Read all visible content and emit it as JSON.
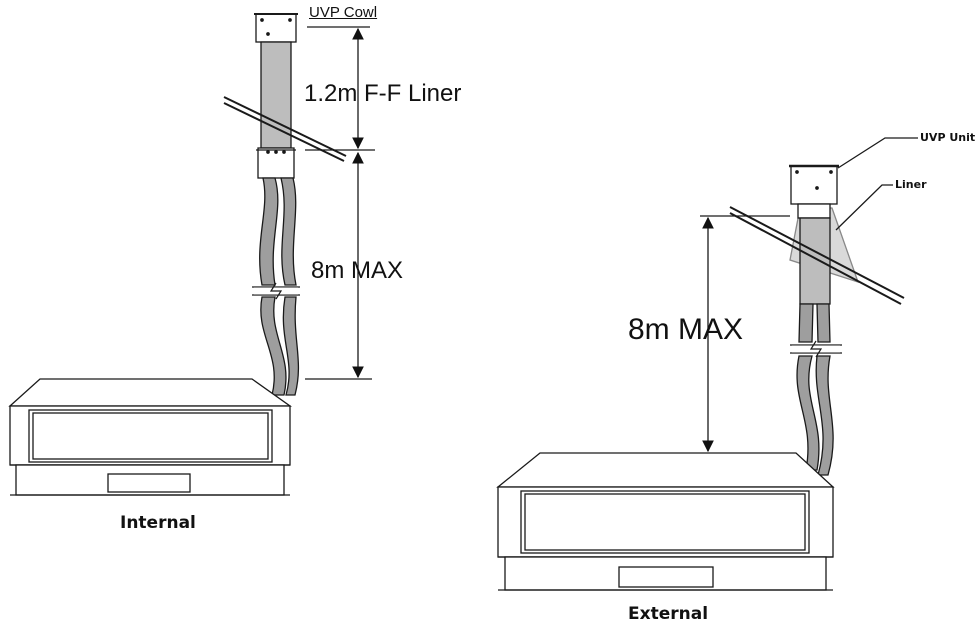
{
  "labels": {
    "uvp_cowl": "UVP Cowl",
    "liner_length": "1.2m F-F Liner",
    "internal_max": "8m MAX",
    "external_max": "8m MAX",
    "uvp_unit": "UVP Unit",
    "liner": "Liner",
    "internal_caption": "Internal",
    "external_caption": "External"
  },
  "colors": {
    "line": "#1a1a1a",
    "liner_fill": "#bdbdbd",
    "hose_fill": "#9e9e9e",
    "unit_fill": "#ffffff",
    "cone_fill": "#d9d9d9"
  }
}
